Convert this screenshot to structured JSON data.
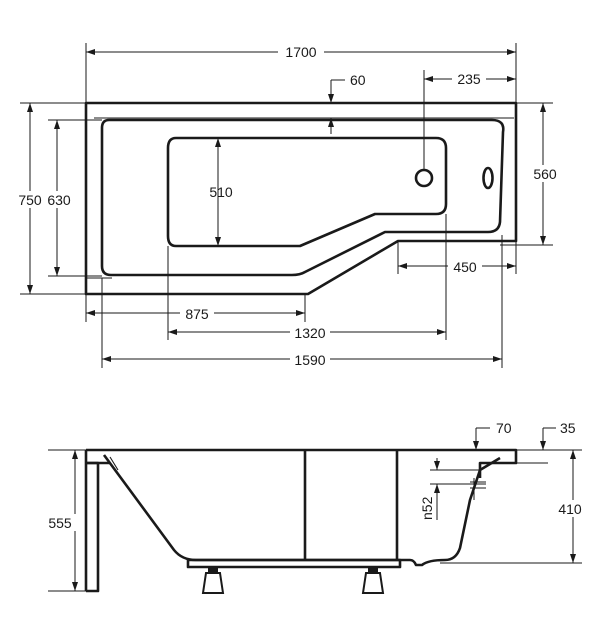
{
  "top_view": {
    "overall_length": "1700",
    "rim_width": "60",
    "drain_offset": "235",
    "overall_width": "750",
    "inner_width": "630",
    "narrow_width": "560",
    "basin_width": "510",
    "narrow_length": "450",
    "basin_wide_length": "875",
    "basin_length": "1320",
    "inner_length": "1590"
  },
  "side_view": {
    "rim_thickness": "70",
    "rim_offset": "35",
    "panel_height": "555",
    "tub_height": "410",
    "overflow_label": "n52"
  }
}
